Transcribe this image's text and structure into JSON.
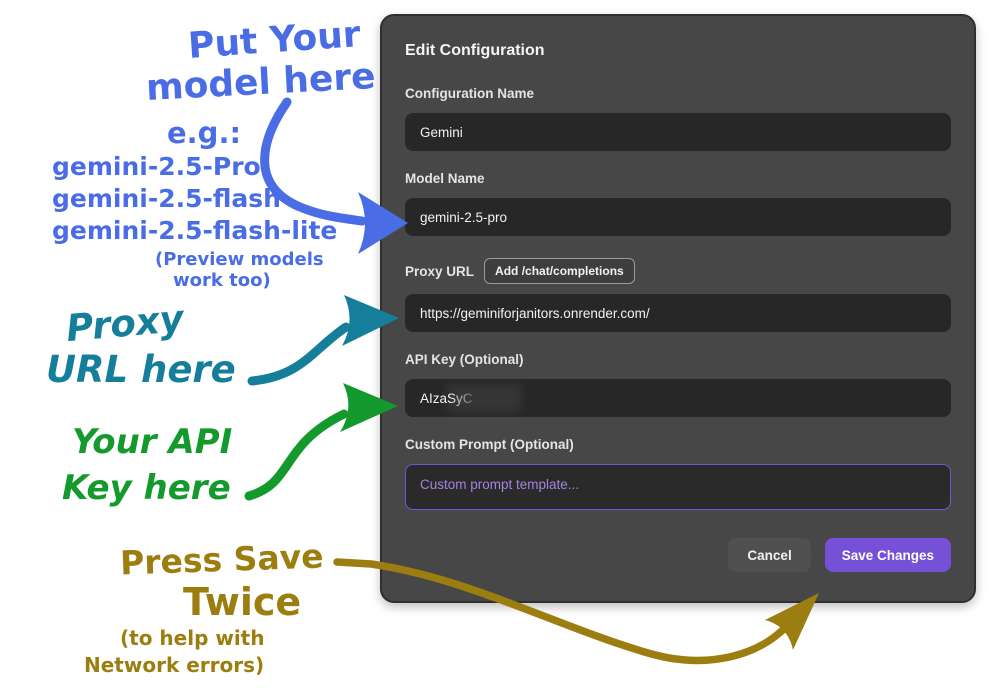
{
  "modal": {
    "title": "Edit Configuration",
    "config_name_label": "Configuration Name",
    "config_name_value": "Gemini",
    "model_name_label": "Model Name",
    "model_name_value": "gemini-2.5-pro",
    "proxy_label": "Proxy URL",
    "proxy_button": "Add /chat/completions",
    "proxy_value": "https://geminiforjanitors.onrender.com/",
    "api_key_label": "API Key (Optional)",
    "api_key_value": "AIzaSyC",
    "custom_prompt_label": "Custom Prompt (Optional)",
    "custom_prompt_placeholder": "Custom prompt template...",
    "cancel_label": "Cancel",
    "save_label": "Save Changes",
    "accent_color": "#7650d6",
    "prompt_border_color": "#7a52d8",
    "background_color": "#474747",
    "input_background_color": "#272727"
  },
  "annotations": {
    "model_note": {
      "color": "#4a6ce4",
      "line1": "Put Your",
      "line2": "model here",
      "eg": "e.g.:",
      "examples": [
        "gemini-2.5-Pro",
        "gemini-2.5-flash",
        "gemini-2.5-flash-lite"
      ],
      "paren1": "(Preview models",
      "paren2": "work too)"
    },
    "proxy_note": {
      "color": "#157f9b",
      "line1": "Proxy",
      "line2": "URL here"
    },
    "api_note": {
      "color": "#149a2c",
      "line1": "Your API",
      "line2": "Key here"
    },
    "save_note": {
      "color": "#9c7d0f",
      "line1": "Press Save",
      "line2": "Twice",
      "paren1": "(to help with",
      "paren2": "Network errors)"
    }
  }
}
